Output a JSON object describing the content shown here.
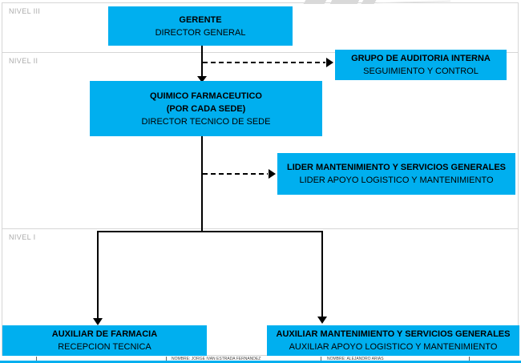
{
  "levels": [
    {
      "label": "NIVEL III"
    },
    {
      "label": "NIVEL II"
    },
    {
      "label": "NIVEL I"
    }
  ],
  "boxes": {
    "gerente": {
      "title": "GERENTE",
      "subtitle": "DIRECTOR GENERAL"
    },
    "auditoria": {
      "title": "GRUPO DE AUDITORIA INTERNA",
      "subtitle": "SEGUIMIENTO Y CONTROL"
    },
    "quimico": {
      "title": "QUIMICO FARMACEUTICO",
      "title2": "(POR CADA SEDE)",
      "subtitle": "DIRECTOR TECNICO DE SEDE"
    },
    "lider": {
      "title": "LIDER MANTENIMIENTO Y SERVICIOS GENERALES",
      "subtitle": "LIDER APOYO LOGISTICO Y MANTENIMIENTO"
    },
    "aux_farmacia": {
      "title": "AUXILIAR DE FARMACIA",
      "subtitle": "RECEPCION TECNICA"
    },
    "aux_mantenimiento": {
      "title": "AUXILIAR MANTENIMIENTO Y SERVICIOS GENERALES",
      "subtitle": "AUXILIAR APOYO LOGISTICO Y MANTENIMIENTO"
    }
  },
  "footer": {
    "name_left": "NOMBRE: JORGE IVAN ESTRADA FERNANDEZ",
    "name_right": "NOMBRE: ALEJANDRO ARIAS"
  },
  "colors": {
    "box_blue": "#00AFEF",
    "band_border": "#D6D6D6",
    "level_label": "#ABABAB",
    "connector": "#000000"
  }
}
